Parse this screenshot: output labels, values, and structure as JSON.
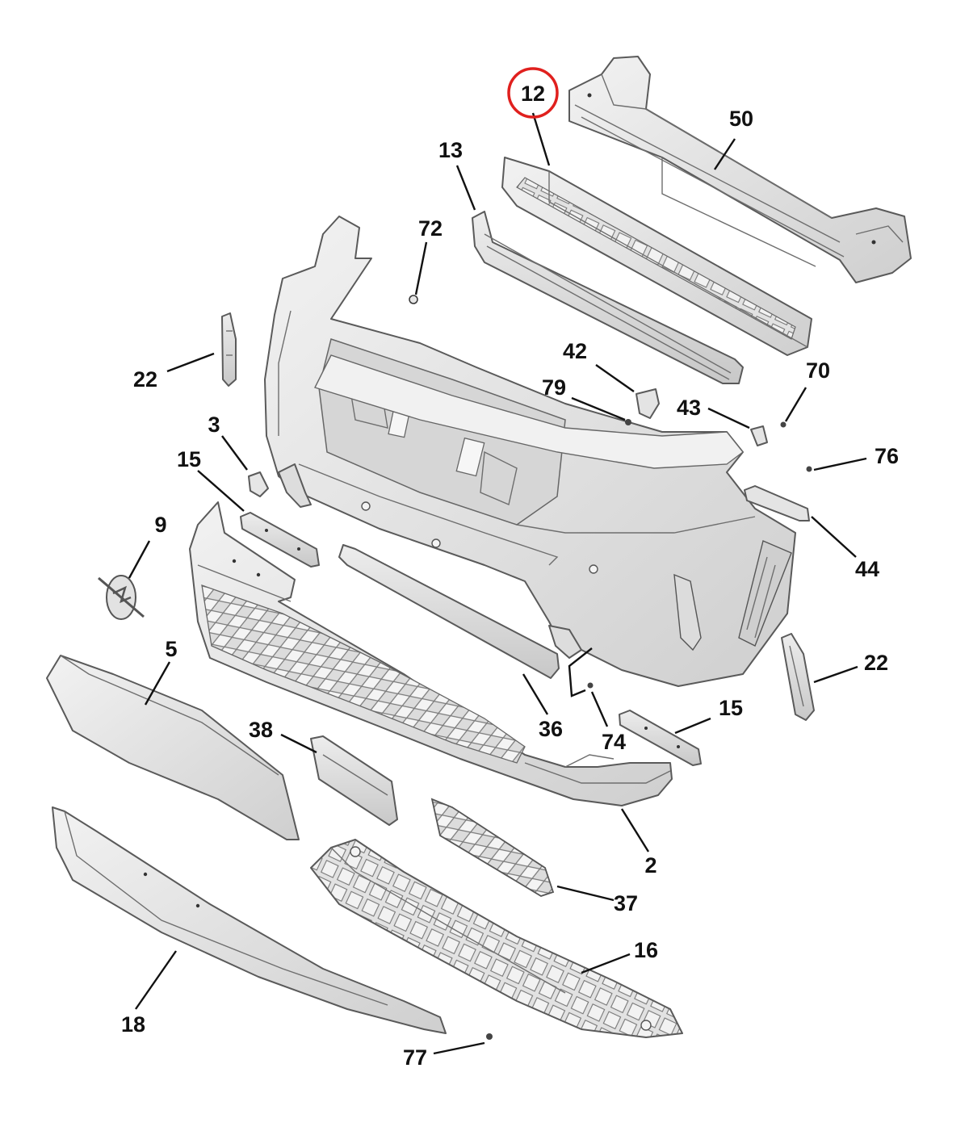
{
  "diagram": {
    "highlight_color": "#e0201e",
    "part_fill": "#e4e4e4",
    "part_stroke": "#5a5a5a",
    "callouts": {
      "c12": "12",
      "c50": "50",
      "c13": "13",
      "c72": "72",
      "c42": "42",
      "c79": "79",
      "c70": "70",
      "c43": "43",
      "c76": "76",
      "c22a": "22",
      "c3": "3",
      "c15a": "15",
      "c9": "9",
      "c44": "44",
      "c5": "5",
      "c22b": "22",
      "c15b": "15",
      "c36": "36",
      "c74": "74",
      "c38": "38",
      "c2": "2",
      "c37": "37",
      "c16": "16",
      "c18": "18",
      "c77": "77"
    }
  }
}
